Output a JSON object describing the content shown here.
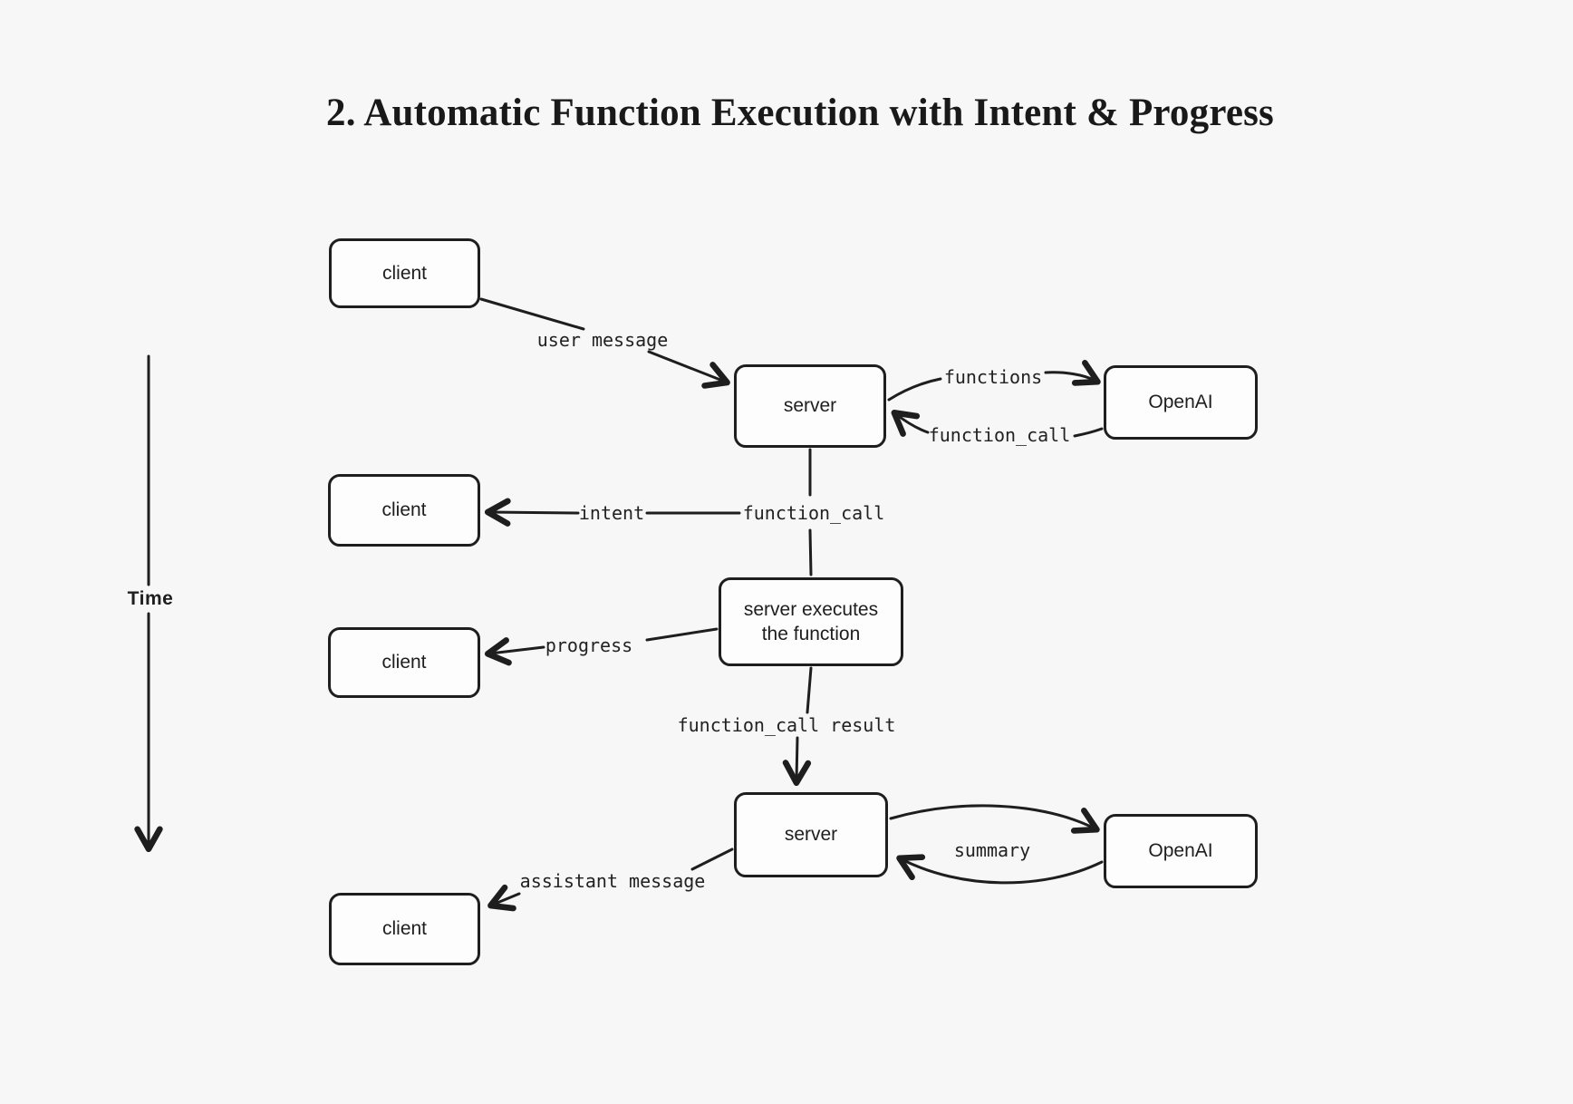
{
  "title": "2. Automatic Function Execution with Intent & Progress",
  "colors": {
    "background": "#f7f7f8",
    "stroke": "#1e1e1e",
    "box_fill": "#fdfdfe"
  },
  "timeline": {
    "label": "Time"
  },
  "nodes": {
    "client_top": {
      "label": "client"
    },
    "server_top": {
      "label": "server"
    },
    "openai_top": {
      "label": "OpenAI"
    },
    "client_intent": {
      "label": "client"
    },
    "executor": {
      "line1": "server executes",
      "line2": "the function"
    },
    "client_progress": {
      "label": "client"
    },
    "server_bottom": {
      "label": "server"
    },
    "openai_bottom": {
      "label": "OpenAI"
    },
    "client_final": {
      "label": "client"
    }
  },
  "edges": {
    "user_message": {
      "label": "user message"
    },
    "functions": {
      "label": "functions"
    },
    "function_call_return": {
      "label": "function_call"
    },
    "function_call_down": {
      "label": "function_call"
    },
    "intent": {
      "label": "intent"
    },
    "progress": {
      "label": "progress"
    },
    "function_call_result": {
      "label": "function_call result"
    },
    "summary": {
      "label": "summary"
    },
    "assistant_message": {
      "label": "assistant message"
    }
  }
}
